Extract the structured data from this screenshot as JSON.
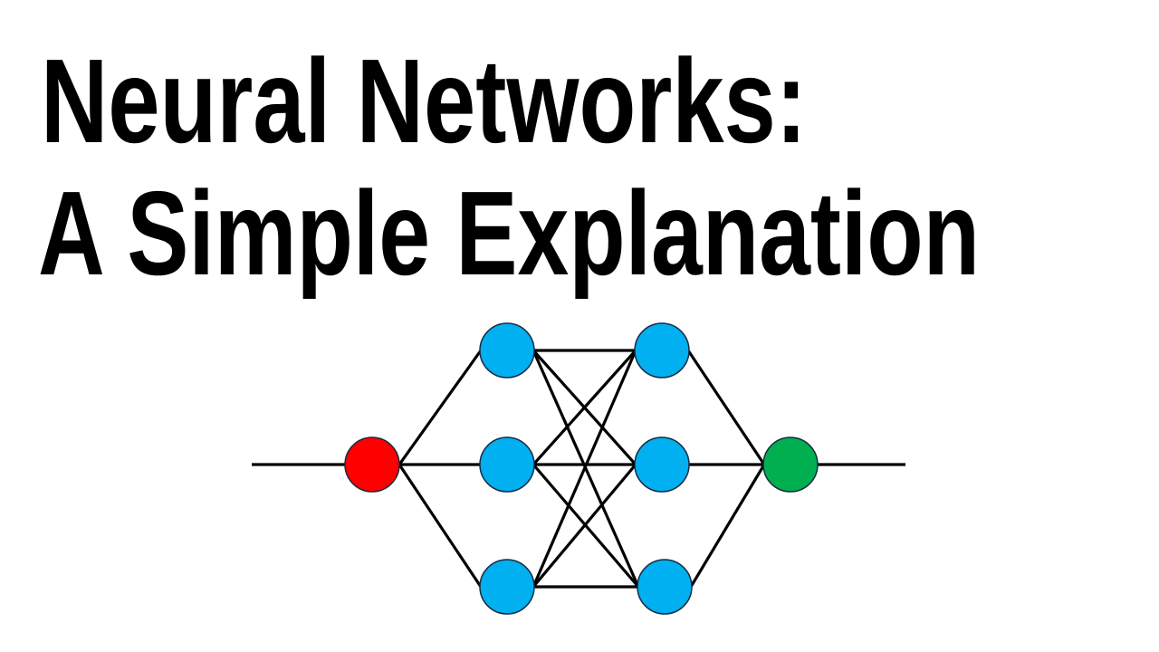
{
  "title": {
    "line1": "Neural Networks:",
    "line2": "A Simple Explanation"
  },
  "diagram": {
    "description": "Feed-forward neural network with 1 input node, two hidden layers of 3 nodes, and 1 output node",
    "colors": {
      "input": "#FF0000",
      "hidden": "#00B0F0",
      "output": "#00B050",
      "edge": "#000000"
    },
    "layers": [
      {
        "name": "input",
        "nodes": 1
      },
      {
        "name": "hidden-1",
        "nodes": 3
      },
      {
        "name": "hidden-2",
        "nodes": 3
      },
      {
        "name": "output",
        "nodes": 1
      }
    ]
  }
}
